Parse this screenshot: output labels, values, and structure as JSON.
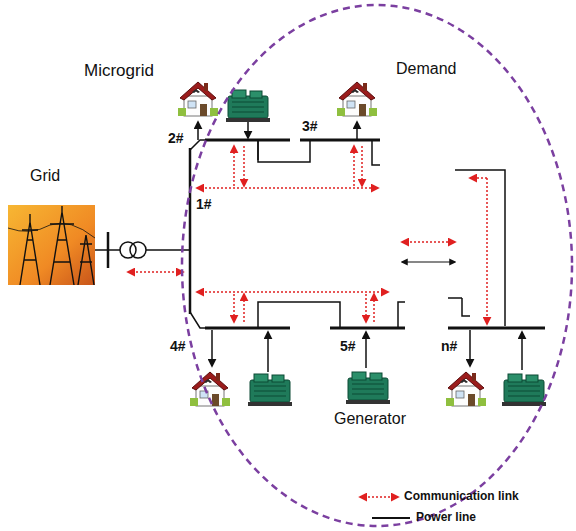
{
  "diagram": {
    "nodes": [
      {
        "text": [
          "Microgrid"
        ]
      }
    ],
    "labels": [
      "Grid",
      "2#",
      "3#",
      "Demand",
      "1#",
      "4#",
      "5#",
      "Generator",
      "n#"
    ],
    "legend": [
      {
        "text": "Communication link"
      },
      {
        "text": "Power line"
      }
    ]
  }
}
